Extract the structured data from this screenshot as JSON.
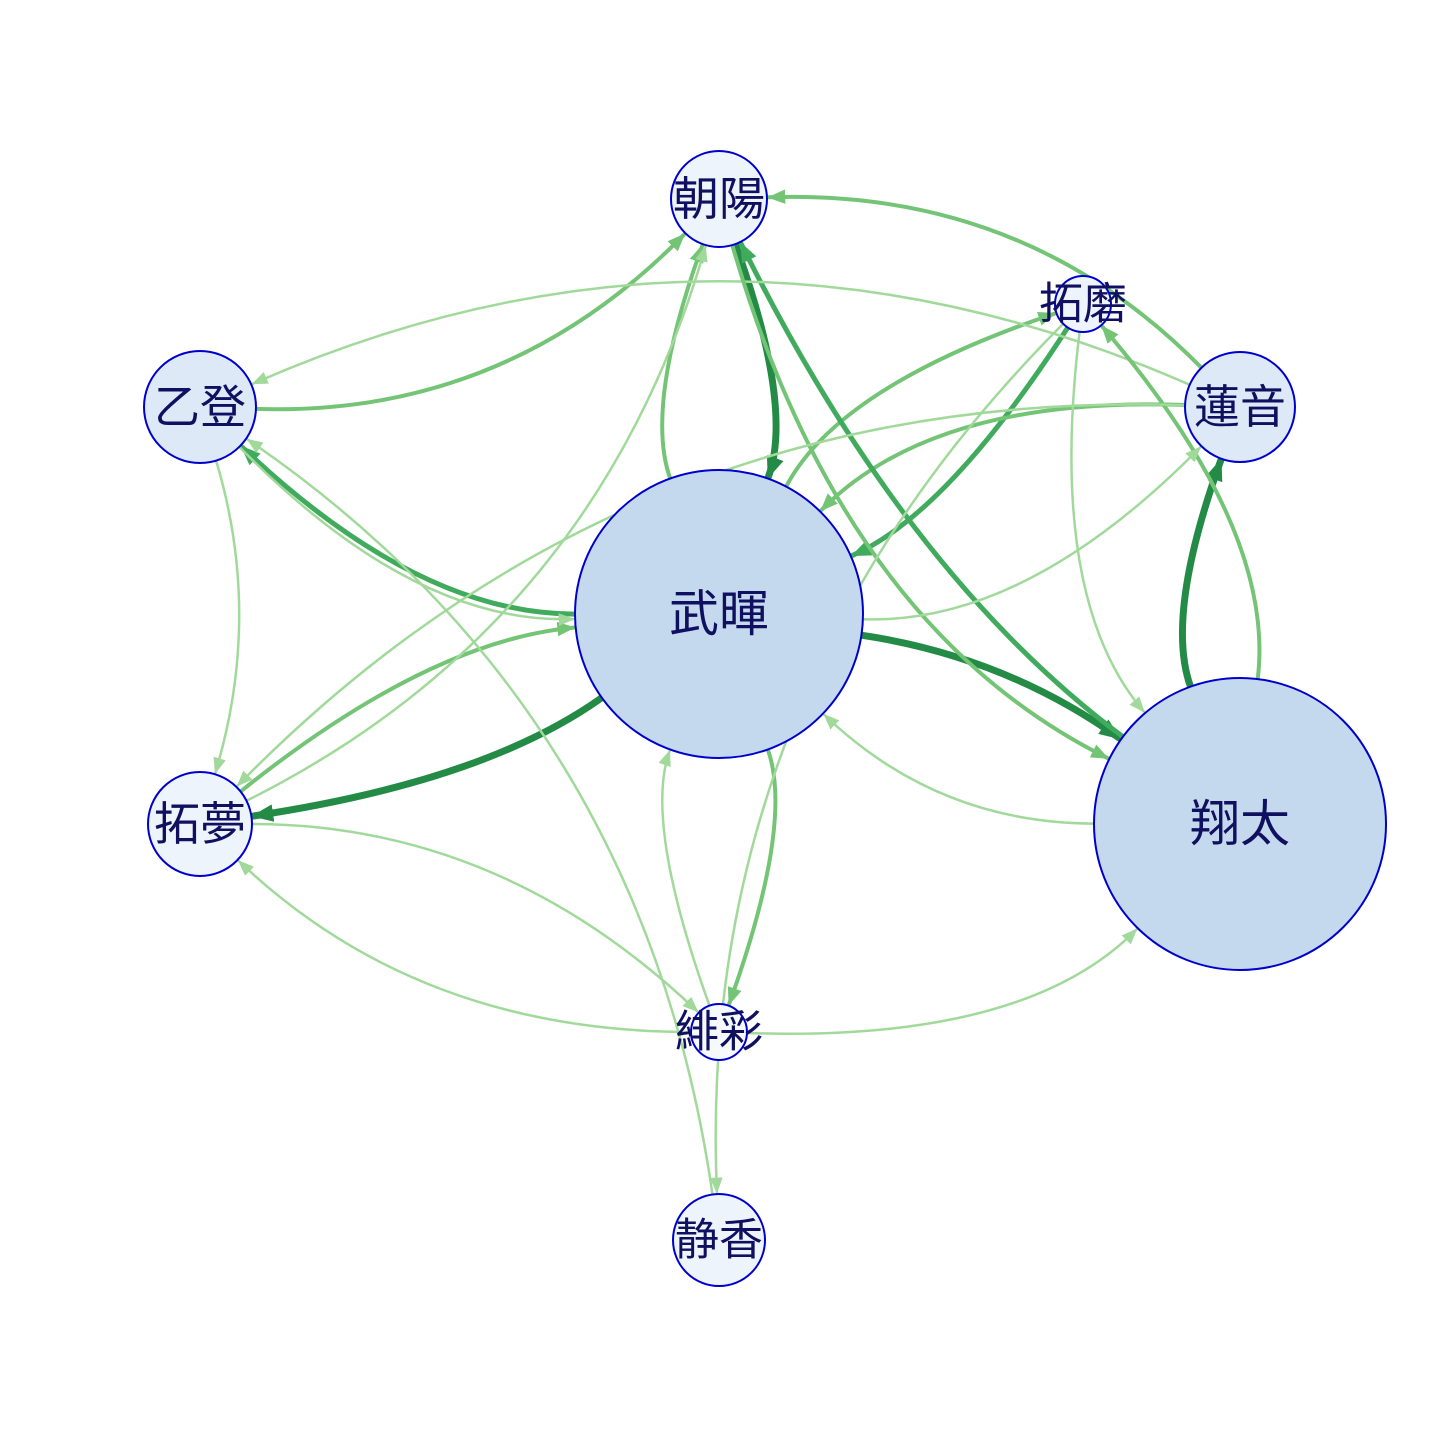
{
  "nodes": [
    {
      "id": "wuhui",
      "label": "武暉",
      "fill": "#c5d9ee",
      "stroke": "#0000cc"
    },
    {
      "id": "shota",
      "label": "翔太",
      "fill": "#c5d9ee",
      "stroke": "#0000cc"
    },
    {
      "id": "asahi",
      "label": "朝陽",
      "fill": "#eef4fb",
      "stroke": "#0000cc"
    },
    {
      "id": "otoha",
      "label": "乙登",
      "fill": "#dde9f6",
      "stroke": "#0000cc"
    },
    {
      "id": "takuma",
      "label": "拓磨",
      "fill": "#eef4fb",
      "stroke": "#0000cc"
    },
    {
      "id": "renon",
      "label": "蓮音",
      "fill": "#dde9f6",
      "stroke": "#0000cc"
    },
    {
      "id": "takumu",
      "label": "拓夢",
      "fill": "#eef4fb",
      "stroke": "#0000cc"
    },
    {
      "id": "hisa",
      "label": "緋彩",
      "fill": "#f7fafd",
      "stroke": "#0000cc"
    },
    {
      "id": "shizuka",
      "label": "静香",
      "fill": "#eef4fb",
      "stroke": "#0000cc"
    }
  ],
  "edges": [
    {
      "from": "asahi",
      "to": "wuhui",
      "color": "#238b45"
    },
    {
      "from": "wuhui",
      "to": "asahi",
      "color": "#74c476"
    },
    {
      "from": "wuhui",
      "to": "otoha",
      "color": "#41ab5d"
    },
    {
      "from": "wuhui",
      "to": "takumu",
      "color": "#238b45"
    },
    {
      "from": "takumu",
      "to": "wuhui",
      "color": "#74c476"
    },
    {
      "from": "wuhui",
      "to": "shota",
      "color": "#238b45"
    },
    {
      "from": "shota",
      "to": "wuhui",
      "color": "#a1d99b"
    },
    {
      "from": "wuhui",
      "to": "hisa",
      "color": "#74c476"
    },
    {
      "from": "hisa",
      "to": "wuhui",
      "color": "#a1d99b"
    },
    {
      "from": "takuma",
      "to": "wuhui",
      "color": "#41ab5d"
    },
    {
      "from": "wuhui",
      "to": "takuma",
      "color": "#74c476"
    },
    {
      "from": "renon",
      "to": "wuhui",
      "color": "#74c476"
    },
    {
      "from": "shota",
      "to": "renon",
      "color": "#238b45"
    },
    {
      "from": "shota",
      "to": "asahi",
      "color": "#41ab5d"
    },
    {
      "from": "otoha",
      "to": "asahi",
      "color": "#74c476"
    },
    {
      "from": "renon",
      "to": "otoha",
      "color": "#a1d99b"
    },
    {
      "from": "renon",
      "to": "asahi",
      "color": "#74c476"
    },
    {
      "from": "asahi",
      "to": "shota",
      "color": "#74c476"
    },
    {
      "from": "takuma",
      "to": "shota",
      "color": "#a1d99b"
    },
    {
      "from": "shota",
      "to": "takuma",
      "color": "#74c476"
    },
    {
      "from": "takuma",
      "to": "shizuka",
      "color": "#a1d99b"
    },
    {
      "from": "shizuka",
      "to": "otoha",
      "color": "#a1d99b"
    },
    {
      "from": "otoha",
      "to": "takumu",
      "color": "#a1d99b"
    },
    {
      "from": "takumu",
      "to": "asahi",
      "color": "#a1d99b"
    },
    {
      "from": "takumu",
      "to": "hisa",
      "color": "#a1d99b"
    },
    {
      "from": "hisa",
      "to": "takumu",
      "color": "#a1d99b"
    },
    {
      "from": "hisa",
      "to": "shota",
      "color": "#a1d99b"
    },
    {
      "from": "otoha",
      "to": "wuhui",
      "color": "#a1d99b"
    },
    {
      "from": "wuhui",
      "to": "renon",
      "color": "#a1d99b"
    },
    {
      "from": "renon",
      "to": "takumu",
      "color": "#a1d99b"
    }
  ]
}
